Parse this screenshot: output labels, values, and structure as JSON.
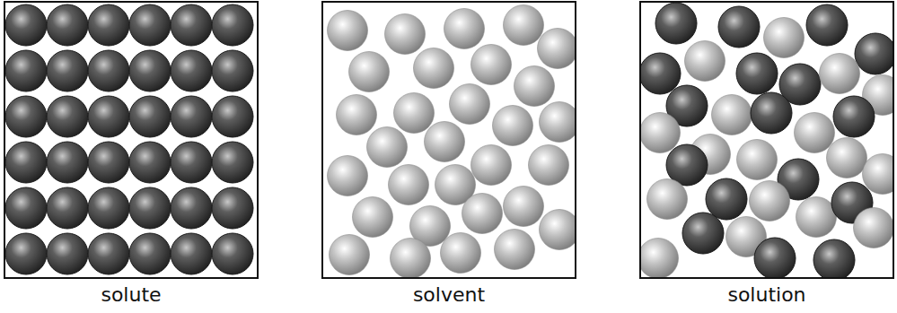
{
  "diagram": {
    "labels": [
      "solute",
      "solvent",
      "solution"
    ]
  }
}
